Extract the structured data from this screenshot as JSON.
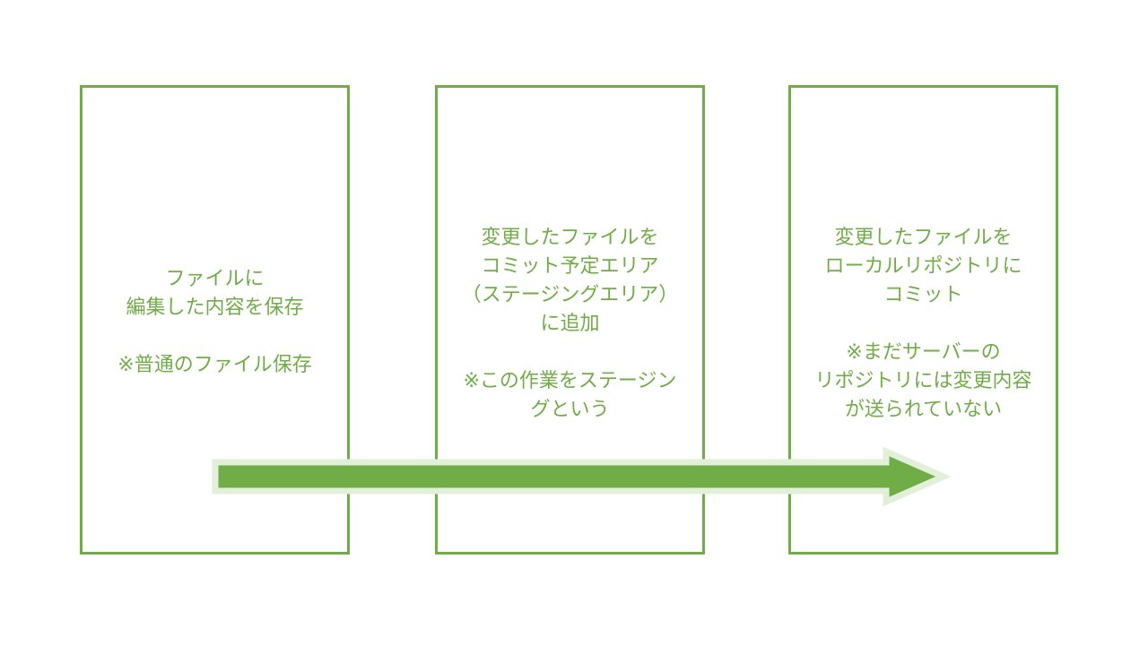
{
  "colors": {
    "accent": "#70ad47",
    "arrow_outline": "#e2efd9",
    "background": "#ffffff"
  },
  "steps": [
    {
      "lines": [
        "ファイルに",
        "編集した内容を保存",
        "",
        "※普通のファイル保存"
      ]
    },
    {
      "lines": [
        "変更したファイルを",
        "コミット予定エリア",
        "（ステージングエリア）",
        "に追加",
        "",
        "※この作業をステージン",
        "グという"
      ]
    },
    {
      "lines": [
        "変更したファイルを",
        "ローカルリポジトリに",
        "コミット",
        "",
        "※まだサーバーの",
        "リポジトリには変更内容",
        "が送られていない"
      ]
    }
  ],
  "arrow": {
    "direction": "right"
  }
}
